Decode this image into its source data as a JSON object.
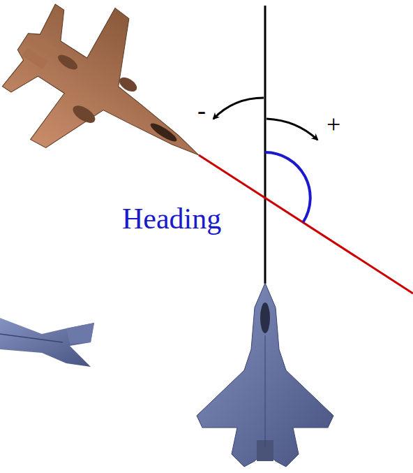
{
  "diagram": {
    "labels": [
      "-",
      "+",
      "Heading"
    ]
  }
}
